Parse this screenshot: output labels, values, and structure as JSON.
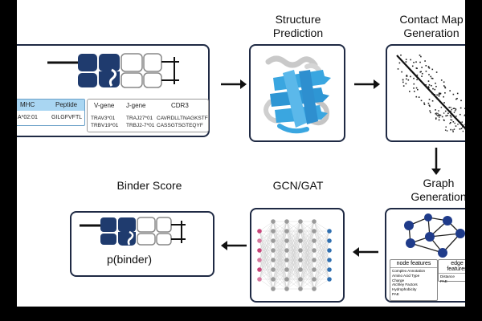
{
  "labels": {
    "structure_prediction": [
      "Structure",
      "Prediction"
    ],
    "contact_map_generation": [
      "Contact Map",
      "Generation"
    ],
    "graph_generation": [
      "Graph",
      "Generation"
    ],
    "gcn_gat": "GCN/GAT",
    "binder_score": "Binder Score",
    "p_binder": "p(binder)"
  },
  "mhc_table": {
    "headers": [
      "MHC",
      "Peptide"
    ],
    "row": [
      "A*02:01",
      "GILGFVFTL"
    ]
  },
  "tcr_table": {
    "headers": [
      "V-gene",
      "J-gene",
      "CDR3"
    ],
    "rows": [
      [
        "TRAV3*01",
        "TRAJ27*01",
        "CAVRDLLTNAGKSTF"
      ],
      [
        "TRBV19*01",
        "TRBJ2-7*01",
        "CASSGTSGTEQYF"
      ]
    ]
  },
  "node_features": {
    "title": "node features",
    "items": [
      "Complex Annotation",
      "Amino Acid Type",
      "Charge",
      "Atchley Factors",
      "Hydrophobicity",
      "PAE"
    ]
  },
  "edge_features": {
    "title": "edge features",
    "items": [
      "Distance",
      "PAE"
    ]
  },
  "colors": {
    "panel_border": "#1f2a44",
    "navy": "#1f3b6e",
    "protein_blue": "#3aa6e0",
    "node_blue": "#1f3b8a",
    "mhc_header_bg": "#a9d6f2",
    "nn_pink": "#c8457a",
    "nn_blue": "#2f6fb0",
    "nn_gray": "#9a9a9a"
  }
}
